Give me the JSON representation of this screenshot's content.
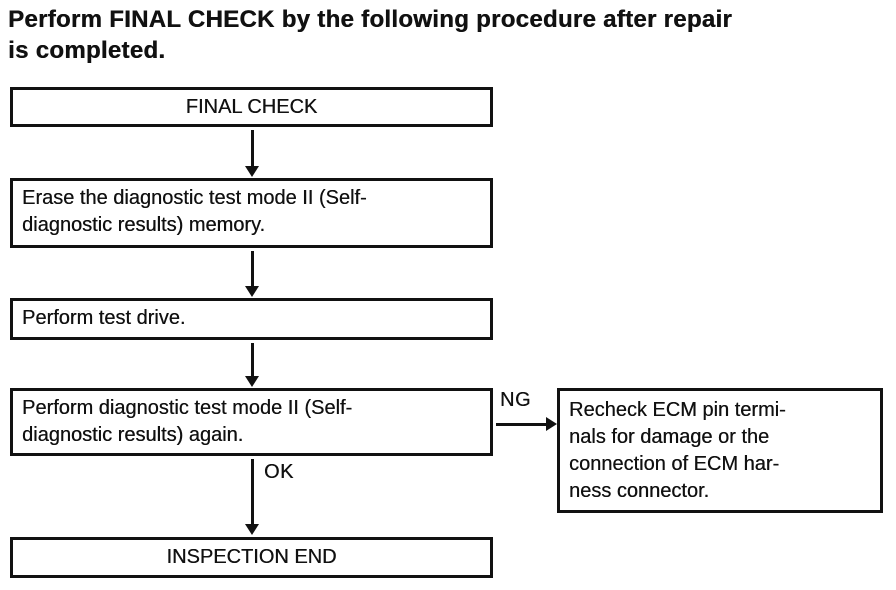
{
  "page": {
    "background": "#ffffff",
    "ink": "#111111"
  },
  "heading": {
    "line1": "Perform FINAL CHECK by the following procedure after repair",
    "line2": "is completed."
  },
  "flowchart": {
    "start_box": {
      "label": "FINAL CHECK"
    },
    "erase_box": {
      "line1": "Erase the diagnostic test mode II (Self-",
      "line2": "diagnostic results) memory."
    },
    "test_drive_box": {
      "label": "Perform test drive."
    },
    "diagnose_again_box": {
      "line1": "Perform diagnostic test mode II (Self-",
      "line2": "diagnostic results) again."
    },
    "recheck_box": {
      "line1": "Recheck ECM pin termi-",
      "line2": "nals for damage or the",
      "line3": "connection of ECM har-",
      "line4": "ness connector."
    },
    "end_box": {
      "label": "INSPECTION END"
    },
    "edge_labels": {
      "ng": "NG",
      "ok": "OK"
    }
  }
}
